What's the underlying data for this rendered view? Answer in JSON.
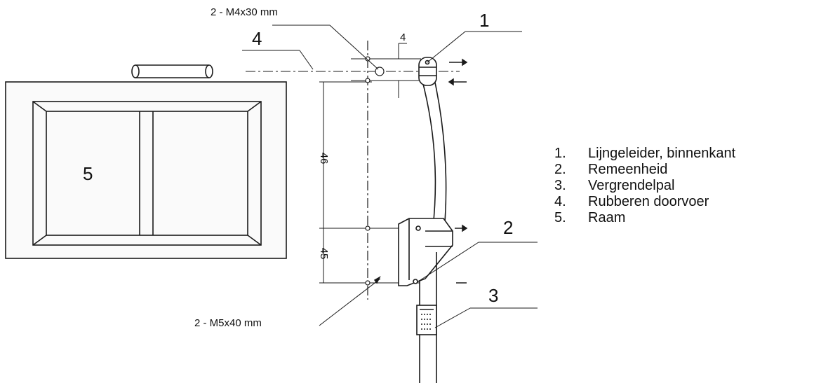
{
  "callouts": {
    "c1": "1",
    "c2": "2",
    "c3": "3",
    "c4": "4",
    "c5": "5"
  },
  "fasteners": {
    "top": "2 - M4x30 mm",
    "bottom": "2 - M5x40 mm"
  },
  "dimensions": {
    "d_top": "4",
    "d_mid": "46",
    "d_low": "45"
  },
  "legend": [
    {
      "num": "1.",
      "label": "Lijngeleider, binnenkant"
    },
    {
      "num": "2.",
      "label": "Remeenheid"
    },
    {
      "num": "3.",
      "label": "Vergrendelpal"
    },
    {
      "num": "4.",
      "label": "Rubberen doorvoer"
    },
    {
      "num": "5.",
      "label": "Raam"
    }
  ],
  "colors": {
    "line": "#1a1a1a"
  }
}
